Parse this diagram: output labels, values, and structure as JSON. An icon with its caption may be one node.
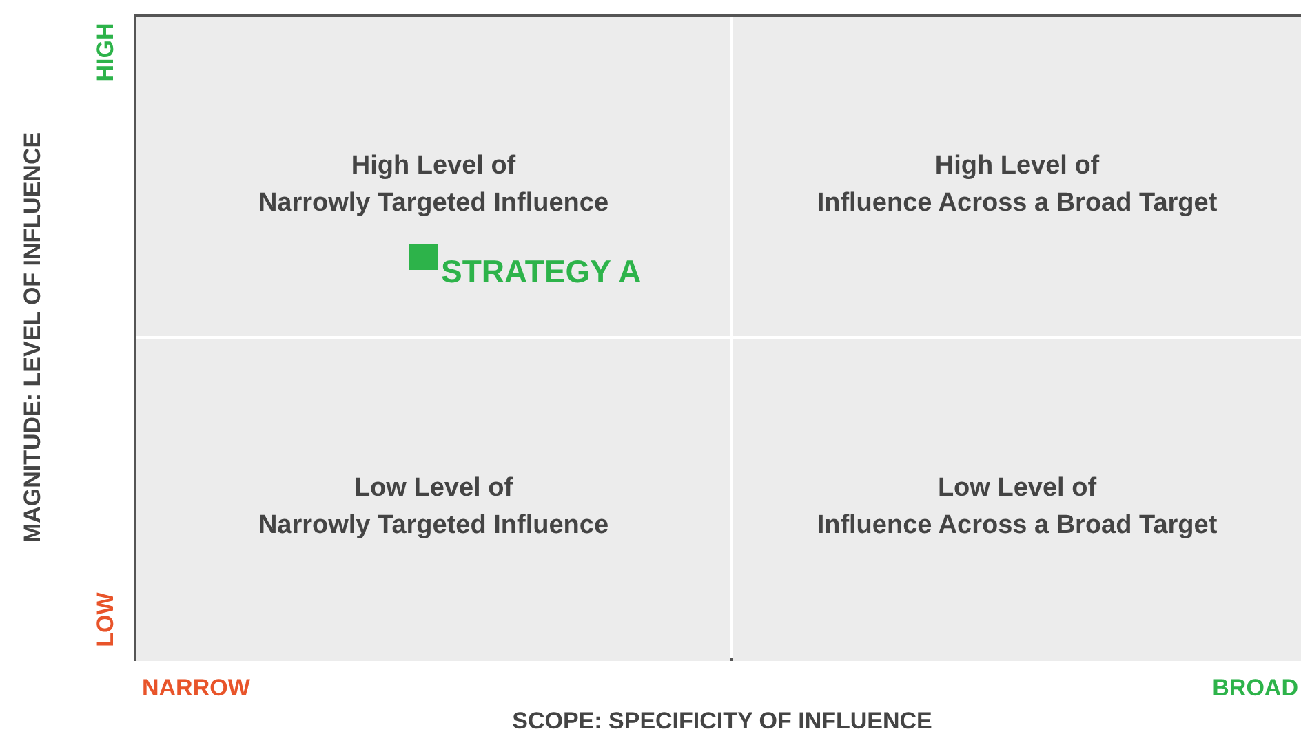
{
  "diagram": {
    "nodes": [
      {
        "text": [
          "High Level of",
          "Narrowly Targeted Influence"
        ]
      },
      {
        "text": [
          "High Level of",
          "Influence Across a Broad Target"
        ]
      },
      {
        "text": [
          "Low Level of",
          "Narrowly Targeted Influence"
        ]
      },
      {
        "text": [
          "Low Level of",
          "Influence Across a Broad Target"
        ]
      }
    ],
    "labels": [
      "MAGNITUDE: LEVEL OF INFLUENCE",
      "HIGH",
      "LOW",
      "STRATEGY A",
      "NARROW",
      "BROAD",
      "SCOPE: SPECIFICITY OF INFLUENCE"
    ]
  }
}
